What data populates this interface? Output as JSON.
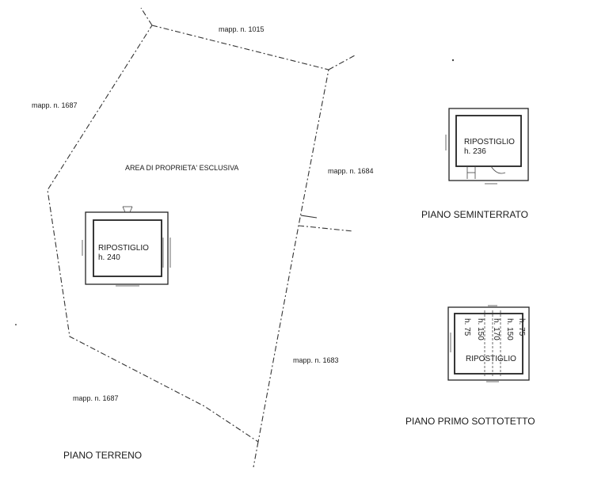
{
  "parcels": {
    "top": "mapp. n. 1015",
    "left_upper": "mapp. n. 1687",
    "right_middle": "mapp. n. 1684",
    "right_lower": "mapp. n. 1683",
    "left_lower": "mapp. n. 1687"
  },
  "area_label": "AREA DI PROPRIETA' ESCLUSIVA",
  "ground_floor": {
    "title": "PIANO TERRENO",
    "room_name": "RIPOSTIGLIO",
    "room_height": "h. 240"
  },
  "basement": {
    "title": "PIANO SEMINTERRATO",
    "room_name": "RIPOSTIGLIO",
    "room_height": "h. 236"
  },
  "attic": {
    "title": "PIANO PRIMO SOTTOTETTO",
    "room_name": "RIPOSTIGLIO",
    "heights": [
      "h. 75",
      "h. 150",
      "h. 170",
      "h. 150",
      "h. 75"
    ]
  }
}
